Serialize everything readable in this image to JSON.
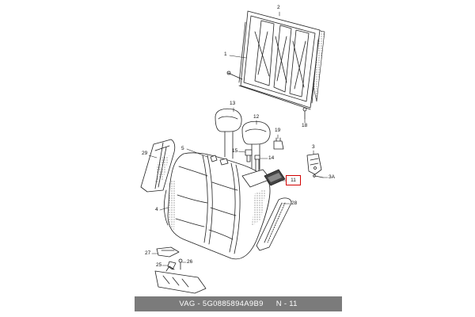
{
  "callouts": {
    "c1": "1",
    "c2": "2",
    "c3": "3",
    "c3a": "3A",
    "c4": "4",
    "c5": "5",
    "c11": "11",
    "c12": "12",
    "c13": "13",
    "c14": "14",
    "c15": "15",
    "c18": "18",
    "c19": "19",
    "c25": "25",
    "c26": "26",
    "c27": "27",
    "c28": "28",
    "c29": "29"
  },
  "footer": {
    "part_number": "VAG - 5G0885894A9B9",
    "position": "N - 11"
  },
  "colors": {
    "line": "#222222",
    "highlight": "#d20000",
    "footer_bg": "#7b7b7b",
    "footer_text": "#ffffff"
  }
}
